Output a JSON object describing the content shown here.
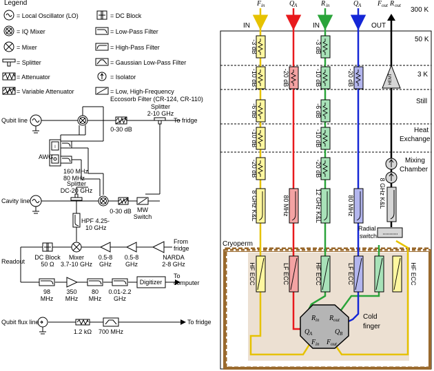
{
  "colors": {
    "yellow_line": "#e6c200",
    "red_line": "#e8191c",
    "green_line": "#2aa43a",
    "blue_line": "#1426d6",
    "yellow_box": "#fff7a0",
    "red_box": "#f4a3a3",
    "green_box": "#a8e2b8",
    "blue_box": "#b3b6ee",
    "gray_box": "#d6d6d6",
    "cryoperm": "#9a6a2e",
    "cold_finger": "#ece0d2",
    "sample": "#b5b5b5"
  },
  "legend": {
    "title": "Legend",
    "left": [
      "= Local Oscillator (LO)",
      "= IQ Mixer",
      "= Mixer",
      "= Splitter",
      "= Attenuator",
      "= Variable Attenuator"
    ],
    "right": [
      "= DC Block",
      "= Low-Pass Filter",
      "= High-Pass Filter",
      "= Gaussian Low-Pass Filter",
      "= Isolator",
      "= Low, High-Frequency",
      "Eccosorb Filter (CR-124, CR-110)"
    ]
  },
  "circuit": {
    "qubit_line": "Qubit line",
    "splitter_top": [
      "Splitter",
      "2-10 GHz"
    ],
    "var_att_top": "0-30 dB",
    "to_fridge": "To fridge",
    "awg": "AWG",
    "awg_f1": "160 MHz",
    "awg_f2": "80 MHz",
    "splitter_mid": [
      "Splitter",
      "DC-20 GHz"
    ],
    "cavity_line": "Cavity line",
    "var_att_mid": "0-30 dB",
    "mw_switch": [
      "MW",
      "Switch"
    ],
    "hpf": [
      "HPF 4.25-",
      "10 GHz"
    ],
    "from_fridge": [
      "From",
      "fridge"
    ],
    "readout": "Readout",
    "dc_block": [
      "DC Block",
      "50 Ω"
    ],
    "mixer": [
      "Mixer",
      "3.7-10 GHz"
    ],
    "amp1": [
      "0.5-8",
      "GHz"
    ],
    "amp2": [
      "0.5-8",
      "GHz"
    ],
    "narda": [
      "NARDA",
      "2-8 GHz"
    ],
    "lpf1": [
      "98",
      "MHz"
    ],
    "amp3": [
      "350",
      "MHz"
    ],
    "lpf2": [
      "80",
      "MHz"
    ],
    "lpf3": [
      "0.01-2.2",
      "GHz"
    ],
    "digitizer": "Digitizer",
    "to_computer": [
      "To",
      "computer"
    ],
    "flux_line": "Qubit flux line",
    "flux_res": "1.2 kΩ",
    "flux_filter": "700 MHz",
    "flux_to_fridge": "To fridge"
  },
  "fridge": {
    "stages": [
      "300 K",
      "50 K",
      "3 K",
      "Still",
      "Heat",
      "Exchange",
      "Mixing",
      "Chamber"
    ],
    "signals": [
      "F",
      "in",
      "Q",
      "A",
      "R",
      "in",
      "Q",
      "A",
      "F",
      "out",
      "R",
      "out"
    ],
    "in1": "IN",
    "in2": "IN",
    "out": "OUT",
    "yellow_col": [
      "-3 dB",
      "-10 dB",
      "-6 dB",
      "-10 dB",
      "-20 dB",
      "8 GHz K&L"
    ],
    "red_col": [
      "-20 dB",
      "80 MHz"
    ],
    "green_col": [
      "-3 dB",
      "-10 dB",
      "-6 dB",
      "-10 dB",
      "-20 dB",
      "12 GHz K&L"
    ],
    "blue_col": [
      "-20 dB",
      "80 MHz"
    ],
    "out_filter": "8 GHz K&L",
    "hemt": "HEMT",
    "radial": [
      "Radial",
      "switch"
    ],
    "cryoperm": "Cryoperm",
    "ecc": [
      "HF ECC",
      "LF ECC",
      "HF ECC",
      "LF ECC",
      "HF ECC"
    ],
    "sample_ports": [
      "R",
      "in",
      "R",
      "out",
      "Q",
      "A",
      "Q",
      "B",
      "F",
      "in",
      "F",
      "out"
    ],
    "cold_finger": [
      "Cold",
      "finger"
    ]
  }
}
